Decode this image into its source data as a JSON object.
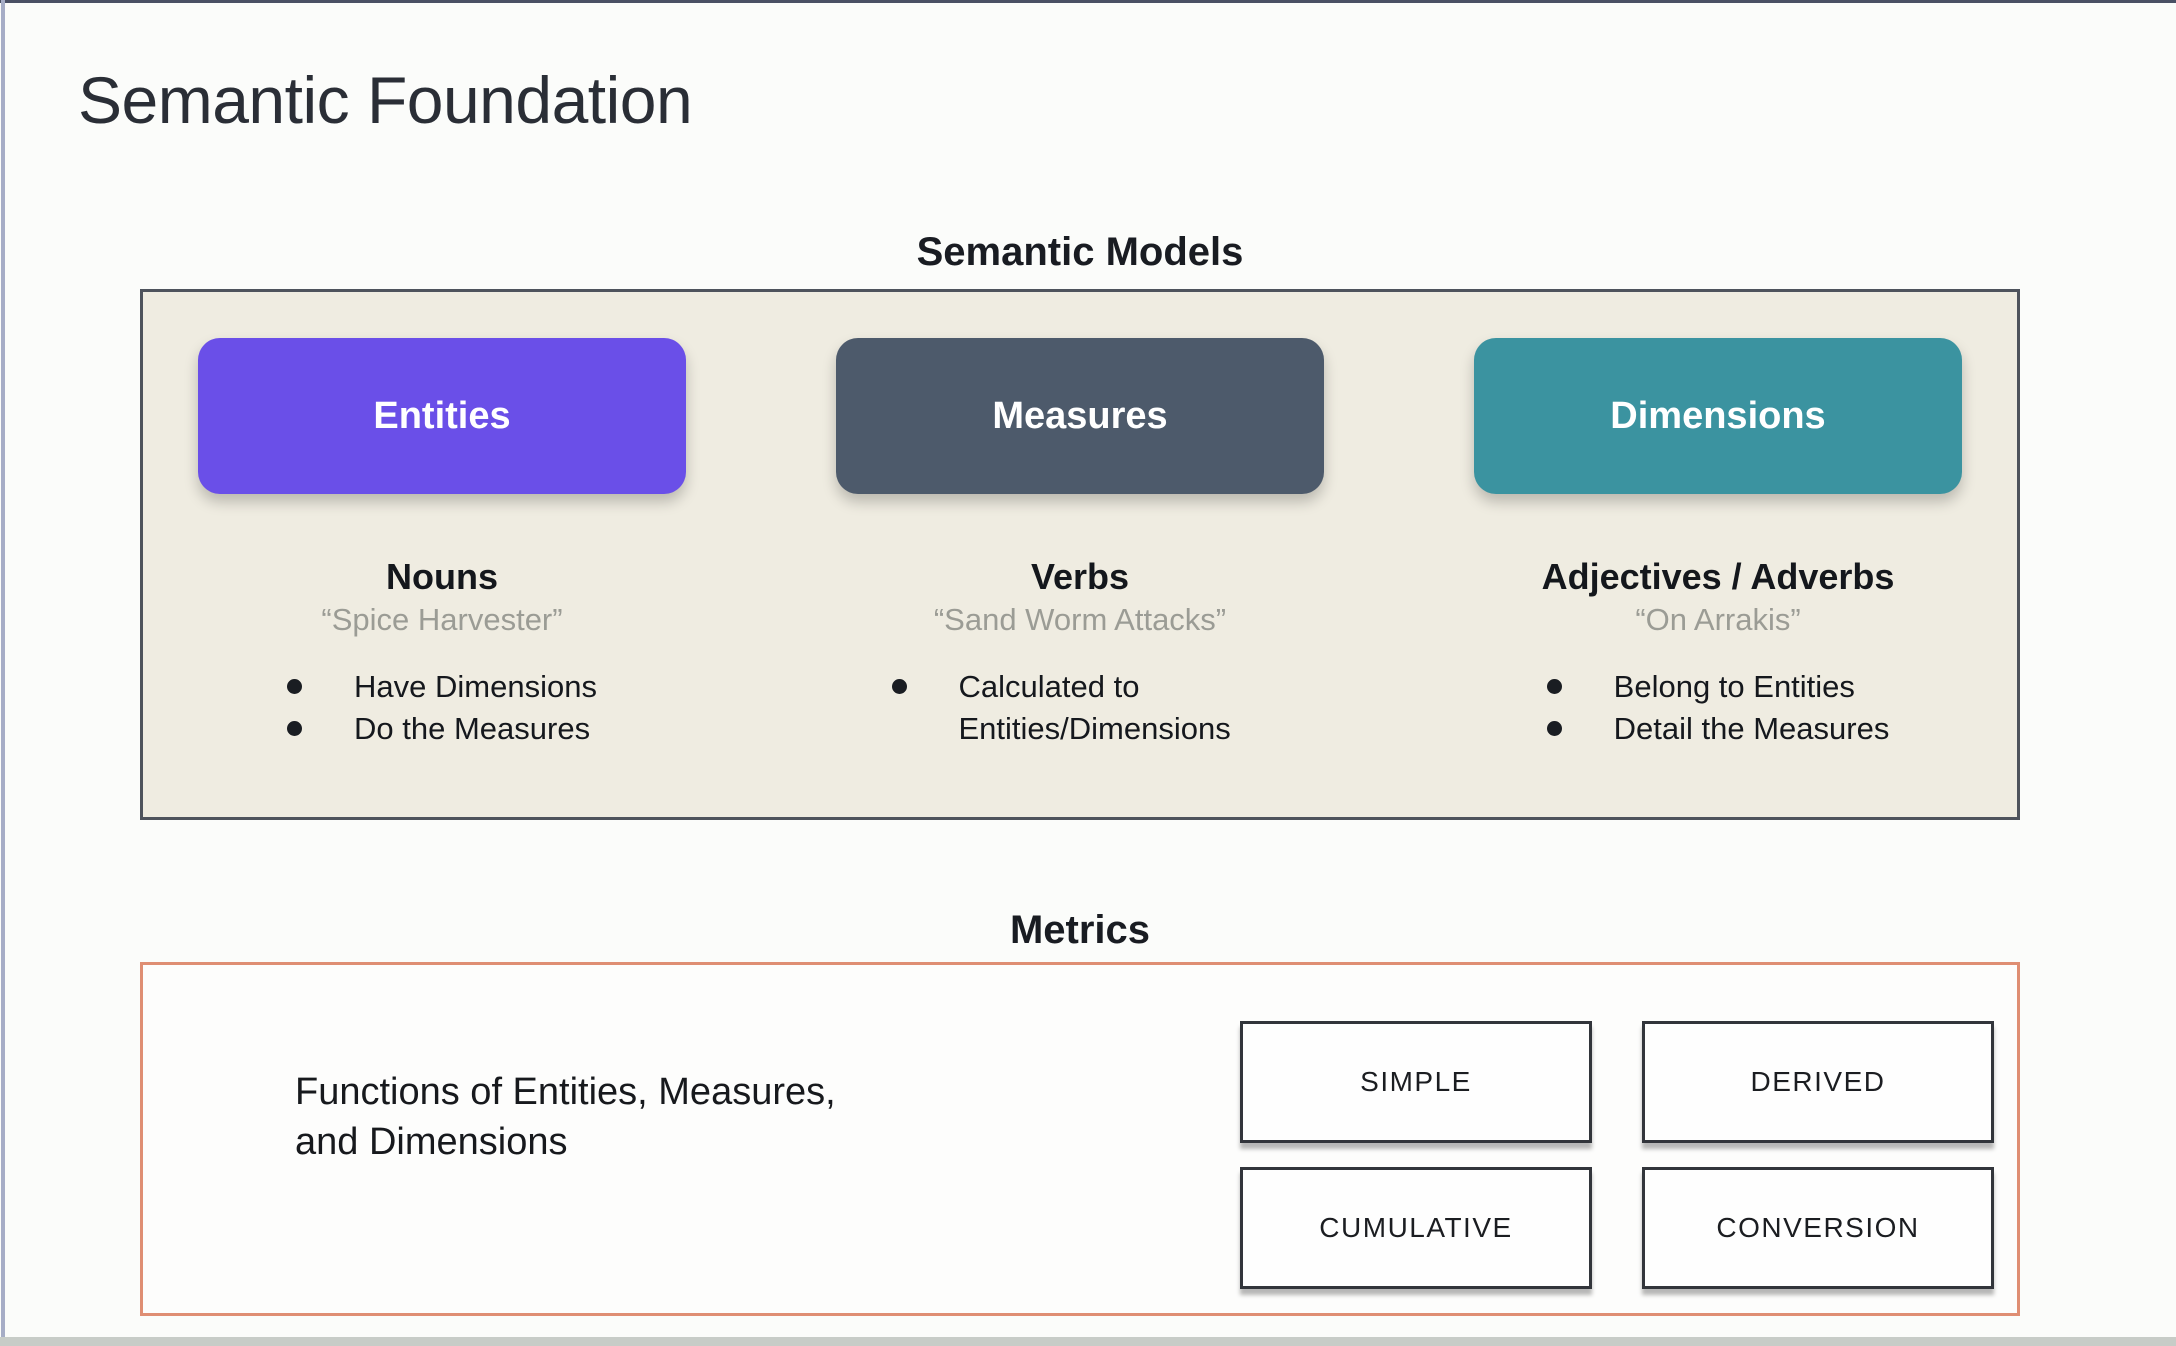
{
  "page": {
    "title": "Semantic Foundation"
  },
  "semantic_models": {
    "heading": "Semantic Models",
    "panel_bg": "#efece1",
    "columns": [
      {
        "button_label": "Entities",
        "button_color": "#6a4fe8",
        "heading": "Nouns",
        "quote": "“Spice Harvester”",
        "bullets": [
          "Have Dimensions",
          "Do the Measures"
        ]
      },
      {
        "button_label": "Measures",
        "button_color": "#4d5a6b",
        "heading": "Verbs",
        "quote": "“Sand Worm Attacks”",
        "bullets": [
          "Calculated to Entities/Dimensions"
        ]
      },
      {
        "button_label": "Dimensions",
        "button_color": "#3b93a0",
        "heading": "Adjectives / Adverbs",
        "quote": "“On Arrakis”",
        "bullets": [
          "Belong to Entities",
          "Detail the Measures"
        ]
      }
    ]
  },
  "metrics": {
    "heading": "Metrics",
    "border_color": "#df8e73",
    "description": "Functions of Entities, Measures,\nand Dimensions",
    "types": [
      "SIMPLE",
      "DERIVED",
      "CUMULATIVE",
      "CONVERSION"
    ]
  }
}
